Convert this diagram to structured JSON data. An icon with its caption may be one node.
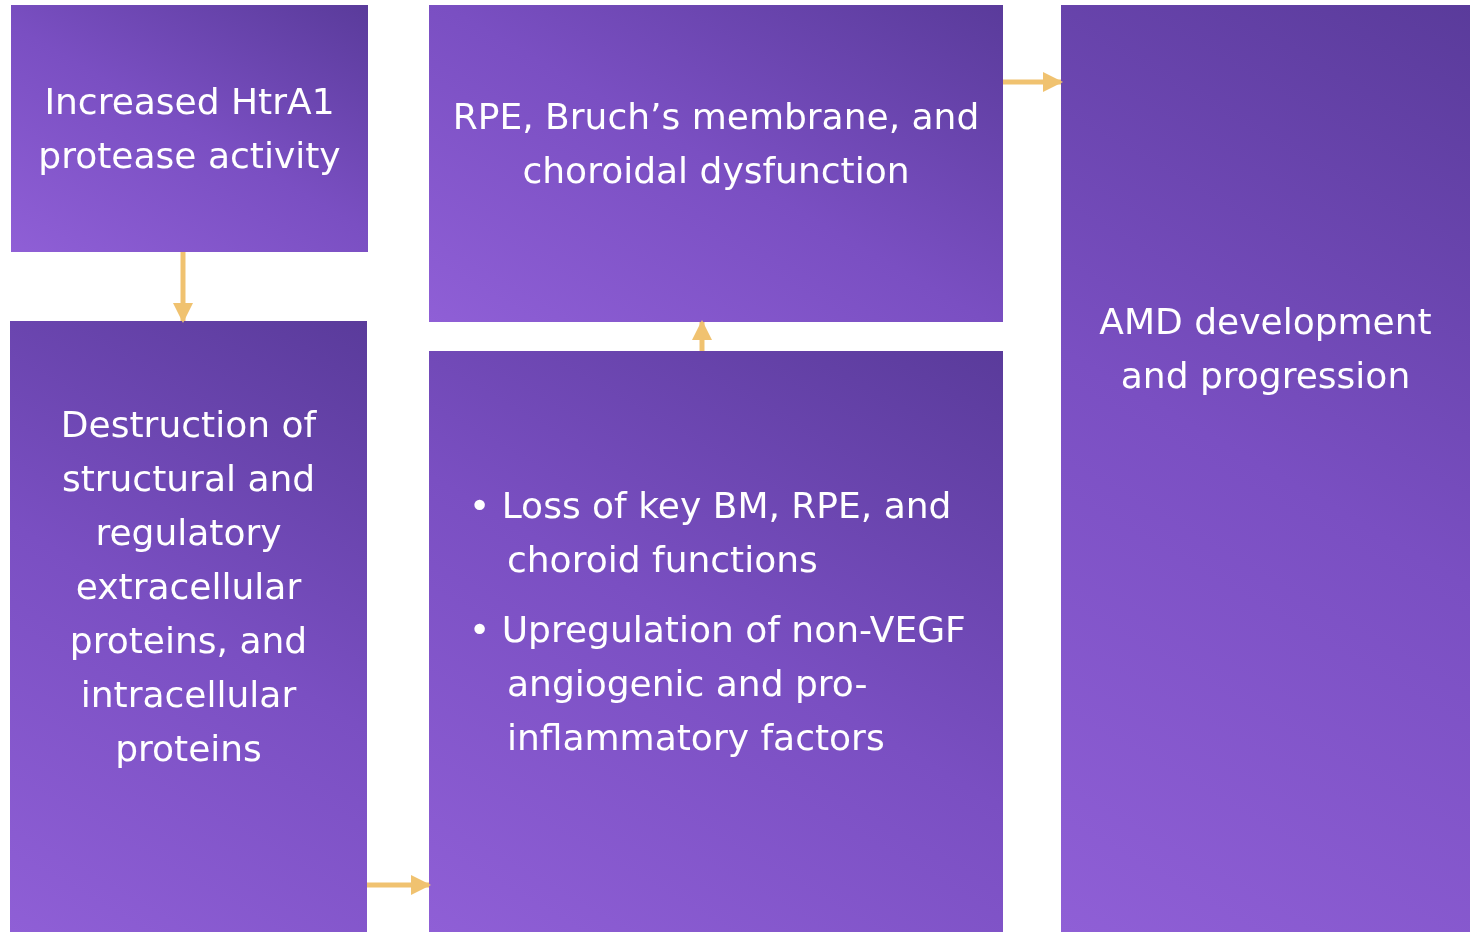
{
  "diagram": {
    "nodes": [
      {
        "text": [
          "Increased HtrA1 protease activity"
        ]
      },
      {
        "text": [
          "Destruction of structural and regulatory extracellular proteins, and intracellular proteins"
        ]
      },
      {
        "text": [
          "RPE, Bruch’s membrane, and choroidal dysfunction"
        ]
      },
      {
        "text": [
          "• Loss of key BM, RPE, and choroid functions",
          "• Upregulation of non-VEGF  angiogenic and pro-inflammatory factors"
        ]
      },
      {
        "text": [
          "AMD development and progression"
        ]
      }
    ],
    "edges": [
      {
        "from": 0,
        "to": 1,
        "arrow": "to"
      },
      {
        "from": 1,
        "to": 3,
        "arrow": "to"
      },
      {
        "from": 3,
        "to": 2,
        "arrow": "to"
      },
      {
        "from": 2,
        "to": 4,
        "arrow": "to"
      }
    ]
  }
}
